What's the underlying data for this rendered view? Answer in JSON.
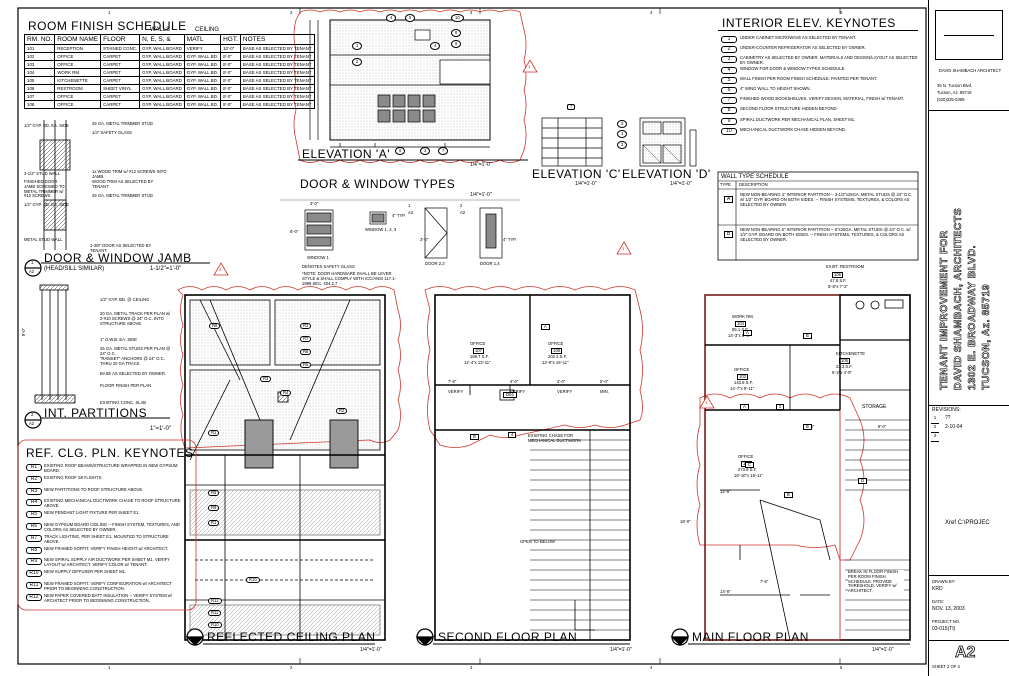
{
  "grid": {
    "top": [
      "1",
      "2",
      "3",
      "4",
      "5"
    ],
    "bottom": [
      "1",
      "2",
      "3",
      "4",
      "5"
    ]
  },
  "room_finish": {
    "title": "ROOM FINISH SCHEDULE",
    "headers": {
      "rm": "RM. NO.",
      "room": "ROOM NAME",
      "floor": "FLOOR",
      "walls": "WALLS",
      "walls_sub": "N, E, S, &",
      "ceiling": "CEILING",
      "matl": "MATL",
      "hgt": "HGT.",
      "notes": "NOTES"
    },
    "rows": [
      [
        "101",
        "RECEPTION",
        "STAINED CONC.",
        "GYP. WALL BOARD",
        "VERIFY",
        "10'-0\"",
        "BASE AS SELECTED BY TENANT"
      ],
      [
        "102",
        "OFFICE",
        "CARPET",
        "GYP. WALL BOARD",
        "GYP. WALL BD.",
        "8'-0\"",
        "BASE AS SELECTED BY TENANT"
      ],
      [
        "103",
        "OFFICE",
        "CARPET",
        "GYP. WALL BOARD",
        "GYP. WALL BD.",
        "8'-0\"",
        "BASE AS SELECTED BY TENANT"
      ],
      [
        "104",
        "WORK RM.",
        "CARPET",
        "GYP. WALL BOARD",
        "GYP. WALL BD.",
        "8'-0\"",
        "BASE AS SELECTED BY TENANT"
      ],
      [
        "105",
        "KITCHENETTE",
        "CARPET",
        "GYP. WALL BOARD",
        "GYP. WALL BD.",
        "8'-0\"",
        "BASE AS SELECTED BY TENANT"
      ],
      [
        "106",
        "RESTROOM",
        "SHEET VINYL",
        "GYP. WALL BOARD",
        "GYP. WALL BD.",
        "8'-0\"",
        "BASE AS SELECTED BY TENANT"
      ],
      [
        "107",
        "OFFICE",
        "CARPET",
        "GYP. WALL BOARD",
        "GYP. WALL BD.",
        "8'-0\"",
        "BASE AS SELECTED BY TENANT"
      ],
      [
        "108",
        "OFFICE",
        "CARPET",
        "GYP. WALL BOARD",
        "GYP. WALL BD.",
        "8'-0\"",
        "BASE AS SELECTED BY TENANT"
      ]
    ]
  },
  "jamb": {
    "notes": [
      "25 GA. METAL TRIMMER STUD",
      "1/4\" SAFETY GLASS",
      "1/2\" GYP. BD. EA. SIDE",
      "3-1/2\" STUD WALL",
      "FINISHED DOOR JAMB SCREWED TO METAL TRIMMER w/ #12 SCREWS",
      "1x WOOD TRIM w/ #12 SCREWS INTO JAMB",
      "WOOD TRIM AS SELECTED BY TENANT",
      "25 GA. METAL TRIMMER STUD",
      "1/2\" GYP. BD. EA. SIDE",
      "METAL STUD WALL",
      "1-3/8\" DOOR AS SELECTED BY TENANT."
    ],
    "title": "DOOR & WINDOW JAMB",
    "subtitle": "(HEAD/SILL SIMILAR)",
    "scale": "1-1/2\"=1'-0\"",
    "num": "1",
    "sheet": "A2"
  },
  "partitions": {
    "notes": [
      "1/2\" GYP. BD. @ CEILING",
      "20 GA. METAL TRACK PER PLAN w/ 2-#10 SCREWS @ 24\" O.C. INTO STRUCTURE ABOVE.",
      "1\" G.W.B. EA. SIDE",
      "25 GA. METAL STUDS PER PLAN @ 24\" O.C.",
      "\"RAMSET\" ANCHORS @ 24\" O.C. THRU 20 GA TRACK",
      "BASE AS SELECTED BY OWNER.",
      "FLOOR FINISH PER PLAN",
      "EXISTING CONC. SLAB"
    ],
    "dim": "9'-0\"",
    "title": "INT. PARTITIONS",
    "scale": "1\"=1'-0\"",
    "num": "2",
    "sheet": "A2"
  },
  "ceiling_keynotes": {
    "title": "REF. CLG. PLN. KEYNOTES",
    "items": [
      [
        "R1",
        "EXISTING ROOF BEAMS/STRUCTURE WRAPPED IN NEW GYPSUM BOARD."
      ],
      [
        "R2",
        "EXISTING ROOF SKYLIGHTS."
      ],
      [
        "R3",
        "NEW PARTITIONS TO ROOF STRUCTURE ABOVE."
      ],
      [
        "R4",
        "EXISTING MECHANICAL DUCTWORK CHASE TO ROOF STRUCTURE ABOVE."
      ],
      [
        "R5",
        "NEW PENDANT LIGHT FIXTURE PER SHEET E1."
      ],
      [
        "R6",
        "NEW GYPSUM BOARD CEILING -- FINISH SYSTEM, TEXTURES, AND COLORS AS SELECTED BY OWNER."
      ],
      [
        "R7",
        "TRACK LIGHTING, PER SHEET E1, MOUNTED TO STRUCTURE ABOVE."
      ],
      [
        "R8",
        "NEW FRAMED SOFFIT. VERIFY FINISH HEIGHT w/ ARCHITECT."
      ],
      [
        "R9",
        "NEW SPIRAL SUPPLY AIR DUCTWORK PER SHEET M1. VERIFY LAYOUT w/ ARCHITECT. VERIFY COLOR w/ TENANT."
      ],
      [
        "R10",
        "NEW SUPPLY DIFFUSER PER SHEET M1."
      ],
      [
        "R11",
        "NEW FRAMED SOFFIT. VERIFY CONFIGURATION w/ ARCHITECT PRIOR TO BEGINNING CONSTRUCTION."
      ],
      [
        "R12",
        "NEW PAPER COVERED BATT INSULATION -- VERIFY SYSTEM w/ ARCHITECT PRIOR TO BEGINNING CONSTRUCTION."
      ]
    ]
  },
  "elev_a": {
    "title": "ELEVATION 'A'",
    "scale": "1/4\"=1'-0\"",
    "callouts": [
      "4",
      "5",
      "10",
      "8",
      "9",
      "1",
      "2",
      "6",
      "3",
      "4",
      "7"
    ],
    "rev": "1"
  },
  "door_window": {
    "title": "DOOR & WINDOW TYPES",
    "scale": "1/4\"=1'-0\"",
    "labels": [
      "3'-0\"",
      "6'-0\"",
      "WINDOW 1",
      "WINDOW 1, 2, 3",
      "DOOR 2,3",
      "DOOR 1,4",
      "4\" TYP.",
      "3'-0\"",
      "4\" TYP."
    ],
    "tags": [
      "1",
      "A2",
      "2",
      "A2"
    ],
    "notes": [
      "DENOTES SAFETY GLASS",
      "*NOTE: DOOR HARDWARE SHALL BE LEVER STYLE & SHALL COMPLY WITH ICC/ANSI 117.1-1998 SEC. 404.2.7"
    ]
  },
  "interior_keynotes": {
    "title": "INTERIOR ELEV. KEYNOTES",
    "items": [
      [
        "1",
        "UNDER CABINET MICROWAVE AS SELECTED BY TENANT."
      ],
      [
        "2",
        "UNDER-COUNTER REFRIGERATOR AS SELECTED BY OWNER."
      ],
      [
        "3",
        "CABINETRY AS SELECTED BY OWNER. MATERIALS AND DESIGN/LAYOUT AS SELECTED BY OWNER."
      ],
      [
        "4",
        "WINDOW FOR DOOR & WINDOW TYPES SCHEDULE."
      ],
      [
        "5",
        "WALL FINISH PER ROOM FINISH SCHEDULE. PAINTED PER TENANT."
      ],
      [
        "6",
        "4\" WING WALL TO HEIGHT SHOWN."
      ],
      [
        "7",
        "FINISHED WOOD BOOKSHELVES. VERIFY DESIGN, MATERIAL, FINISH w/ TENANT."
      ],
      [
        "8",
        "SECOND FLOOR STRUCTURE HIDDEN BEYOND."
      ],
      [
        "9",
        "SPIRAL DUCTWORK PER MECHANICAL PLAN, SHEET M1."
      ],
      [
        "10",
        "MECHANICAL DUCTWORK CHASE HIDDEN BEYOND."
      ]
    ]
  },
  "elev_c": {
    "title": "ELEVATION 'C'",
    "scale": "1/4\"=1'-0\"",
    "callout": "7"
  },
  "elev_d": {
    "title": "ELEVATION 'D'",
    "scale": "1/4\"=1'-0\"",
    "callouts": [
      "3",
      "1",
      "2"
    ]
  },
  "wall_types": {
    "title": "WALL TYPE SCHEDULE",
    "headers": {
      "type": "TYPE",
      "desc": "DESCRIPTION"
    },
    "rows": [
      [
        "A",
        "NEW NON-BEARING 4\" INTERIOR PARTITION -- 3-1/2\"x25GA. METAL STUDS @ 24\" O.C. w/ 1/2\" GYP. BOARD ON BOTH SIDES. -- FINISH SYSTEMS, TEXTURES, & COLORS AS SELECTED BY OWNER."
      ],
      [
        "B",
        "NEW NON-BEARING 6\" INTERIOR PARTITION -- 6\"x25GA. METAL STUDS @ 24\" O.C. w/ 1/2\" GYP. BOARD ON BOTH SIDES. -- FINISH SYSTEMS, TEXTURES, & COLORS AS SELECTED BY OWNER."
      ]
    ]
  },
  "rcp": {
    "title": "REFLECTED CEILING PLAN",
    "scale": "1/4\"=1'-0\"",
    "tags": [
      "R8",
      "R3",
      "R7",
      "R6",
      "R5",
      "R3",
      "R4",
      "R2",
      "R1",
      "R5",
      "R9",
      "R1",
      "R10",
      "R12",
      "R11",
      "R10"
    ],
    "rev": "2"
  },
  "second_floor": {
    "title": "SECOND FLOOR PLAN",
    "scale": "1/4\"=1'-0\"",
    "rooms": [
      {
        "name": "OFFICE",
        "num": "107",
        "area": "169.7 S.F.",
        "dims": "12'-4\"x 13'-11\""
      },
      {
        "name": "OFFICE",
        "num": "108",
        "area": "202.3 S.F.",
        "dims": "12'-9\"x 15'-11\""
      }
    ],
    "dims": [
      "7'-8\"",
      "4'-0\"",
      "4'-0\"",
      "5'-0\""
    ],
    "verify": [
      "VERIFY",
      "VERIFY",
      "VERIFY",
      "MIN."
    ],
    "notes": [
      "EXISTING CHASE FOR MECHANICAL DUCTWORK",
      "OPEN TO BELOW"
    ],
    "tags": [
      "A",
      "B",
      "4",
      "D04"
    ],
    "rev": "1"
  },
  "main_floor": {
    "title": "MAIN FLOOR PLAN",
    "scale": "1/4\"=1'-0\"",
    "rooms": [
      {
        "name": "WORK RM.",
        "num": "104",
        "area": "95.1 S.F.",
        "dims": "14'-3\"x 6'-8\""
      },
      {
        "name": "OFFICE",
        "num": "103",
        "area": "143.8 S.F.",
        "dims": "14'-7\"x 9'-11\""
      },
      {
        "name": "KITCHENETTE",
        "num": "105",
        "area": "23.3 S.F.",
        "dims": "5'-2\"x 4'-9\""
      },
      {
        "name": "OFFICE",
        "num": "102",
        "area": "273.8 S.F.",
        "dims": "18'-10\"x 16'-11\""
      }
    ],
    "restroom": {
      "label": "EXIST. RESTROOM",
      "num": "106",
      "area": "47.8 S.F.",
      "dims": "6'-8\"x 7'-2\""
    },
    "storage": "STORAGE",
    "dims": [
      "4'-0\"",
      "6'-0\"",
      "14'-8\"",
      "14'-8\"",
      "7'-6\"",
      "18'-0\""
    ],
    "note": "BREAK IN FLOOR FINISH PER ROOM FINISH SCHEDULE. PROVIDE THRESHOLD. VERIFY w/ ARCHITECT.",
    "tags": [
      "A",
      "B",
      "A",
      "B",
      "B",
      "2",
      "C",
      "D"
    ],
    "rev": "1"
  },
  "title_block": {
    "architect": "DAVID SHAMBACH ARCHITECT",
    "address": [
      "35 N. Tucson Blvd.",
      "Tucson, Az. 85716",
      "(520)325-0389"
    ],
    "project": [
      "TENANT IMPROVEMENT FOR",
      "DAVID SHAMBACH, ARCHITECTS",
      "1302 E. BROADWAY BLVD.",
      "TUCSON, Az. 85719"
    ],
    "revisions_label": "REVISIONS:",
    "revisions": [
      {
        "num": "1",
        "text": "??"
      },
      {
        "num": "2",
        "text": "2-10-04"
      },
      {
        "num": "3",
        "text": ""
      }
    ],
    "xref": "Xref C:\\PROJEC",
    "drawn_label": "DRAWN BY:",
    "drawn": "KRD",
    "date_label": "DATE:",
    "date": "NOV. 13, 2003",
    "projno_label": "PROJECT NO.",
    "projno": "03-015(TI)",
    "sheet": "A2",
    "sheet_of": "SHEET 2 OF 4"
  },
  "colors": {
    "cloud": "#d0342c",
    "ink": "#000000",
    "fill": "#9a9a9a"
  }
}
